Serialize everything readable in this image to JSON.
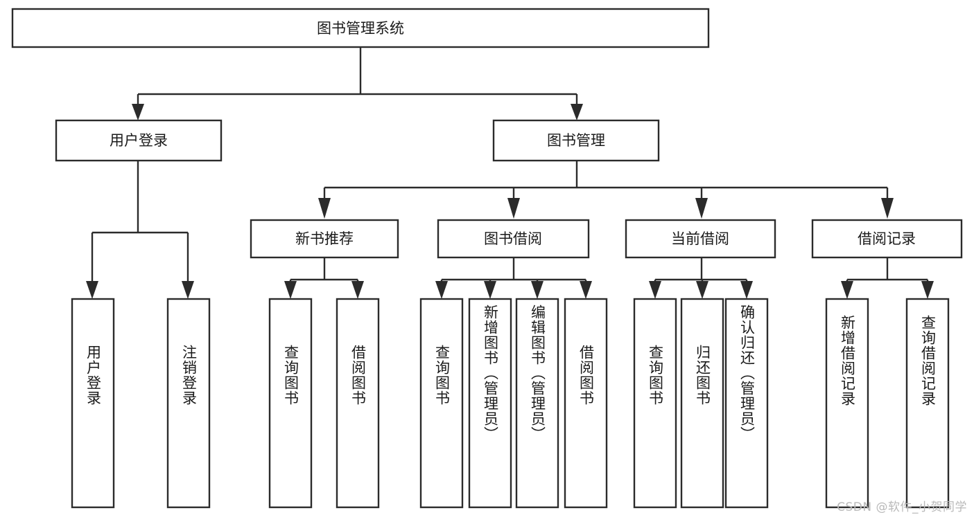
{
  "diagram": {
    "type": "tree",
    "title": "图书管理系统",
    "watermark": "CSDN @软件_小贺同学",
    "colors": {
      "stroke": "#2b2b2b",
      "fill": "#ffffff",
      "text": "#1a1a1a",
      "watermark": "#b9b9b9",
      "background": "#ffffff"
    },
    "nodes": {
      "root": "图书管理系统",
      "level2": [
        "用户登录",
        "图书管理"
      ],
      "level3": [
        "新书推荐",
        "图书借阅",
        "当前借阅",
        "借阅记录"
      ],
      "leaves": {
        "user_login": [
          "用户登录",
          "注销登录"
        ],
        "new_book_recommend": [
          "查询图书",
          "借阅图书"
        ],
        "book_borrow": [
          "查询图书",
          "新增图书（管理员）",
          "编辑图书（管理员）",
          "借阅图书"
        ],
        "current_borrow": [
          "查询图书",
          "归还图书",
          "确认归还（管理员）"
        ],
        "borrow_record": [
          "新增借阅记录",
          "查询借阅记录"
        ]
      }
    },
    "edges": [
      {
        "from": "图书管理系统",
        "to": "用户登录"
      },
      {
        "from": "图书管理系统",
        "to": "图书管理"
      },
      {
        "from": "用户登录",
        "to": "用户登录"
      },
      {
        "from": "用户登录",
        "to": "注销登录"
      },
      {
        "from": "图书管理",
        "to": "新书推荐"
      },
      {
        "from": "图书管理",
        "to": "图书借阅"
      },
      {
        "from": "图书管理",
        "to": "当前借阅"
      },
      {
        "from": "图书管理",
        "to": "借阅记录"
      },
      {
        "from": "新书推荐",
        "to": "查询图书"
      },
      {
        "from": "新书推荐",
        "to": "借阅图书"
      },
      {
        "from": "图书借阅",
        "to": "查询图书"
      },
      {
        "from": "图书借阅",
        "to": "新增图书（管理员）"
      },
      {
        "from": "图书借阅",
        "to": "编辑图书（管理员）"
      },
      {
        "from": "图书借阅",
        "to": "借阅图书"
      },
      {
        "from": "当前借阅",
        "to": "查询图书"
      },
      {
        "from": "当前借阅",
        "to": "归还图书"
      },
      {
        "from": "当前借阅",
        "to": "确认归还（管理员）"
      },
      {
        "from": "借阅记录",
        "to": "新增借阅记录"
      },
      {
        "from": "借阅记录",
        "to": "查询借阅记录"
      }
    ]
  }
}
